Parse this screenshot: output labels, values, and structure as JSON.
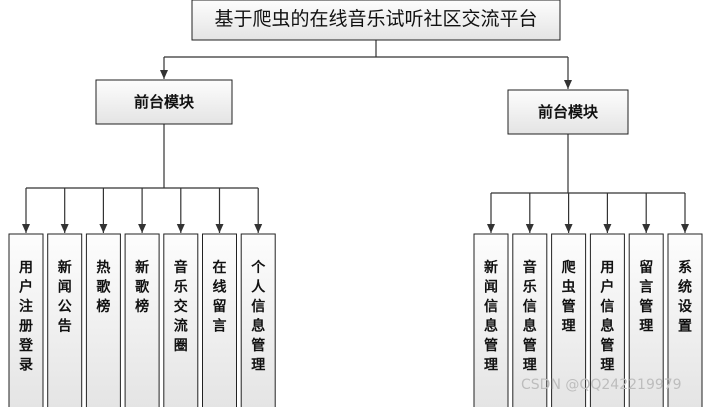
{
  "title": "基于爬虫的在线音乐试听社区交流平台",
  "modules": [
    {
      "label": "前台模块",
      "children": [
        "用户注册登录",
        "新闻公告",
        "热歌榜",
        "新歌榜",
        "音乐交流圈",
        "在线留言",
        "个人信息管理"
      ]
    },
    {
      "label": "前台模块",
      "children": [
        "新闻信息管理",
        "音乐信息管理",
        "爬虫管理",
        "用户信息管理",
        "留言管理",
        "系统设置"
      ]
    }
  ],
  "watermark": "CSDN @QQ242219979"
}
